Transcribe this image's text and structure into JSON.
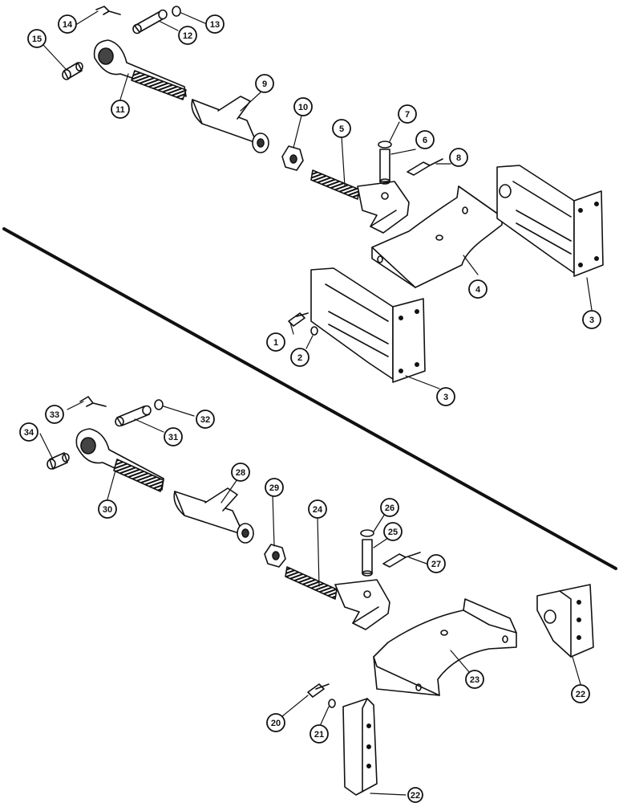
{
  "colors": {
    "ink": "#111111",
    "paper": "#ffffff",
    "shade": "#555555"
  },
  "callouts": {
    "c1": "1",
    "c2": "2",
    "c3a": "3",
    "c3b": "3",
    "c4": "4",
    "c5": "5",
    "c6": "6",
    "c7": "7",
    "c8": "8",
    "c9": "9",
    "c10": "10",
    "c11": "11",
    "c12": "12",
    "c13": "13",
    "c14": "14",
    "c15": "15",
    "c20": "20",
    "c21": "21",
    "c22a": "22",
    "c22b": "22",
    "c23": "23",
    "c24": "24",
    "c25": "25",
    "c26": "26",
    "c27": "27",
    "c28": "28",
    "c29": "29",
    "c30": "30",
    "c31": "31",
    "c32": "32",
    "c33": "33",
    "c34": "34"
  }
}
